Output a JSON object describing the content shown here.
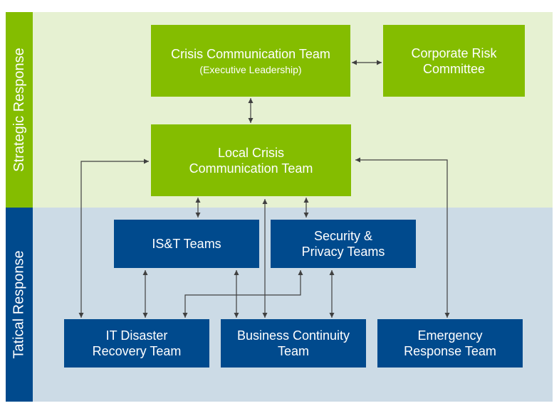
{
  "colors": {
    "strategic_bg": "#e6f1d2",
    "tactical_bg": "#ccdbe6",
    "strategic_label_bg": "#84bd00",
    "tactical_label_bg": "#004a8d",
    "green_box": "#84bd00",
    "blue_box": "#004a8d",
    "connector": "#404040"
  },
  "sections": {
    "strategic": "Strategic Response",
    "tactical": "Tatical Response"
  },
  "boxes": {
    "crisis_comm": {
      "line1": "Crisis Communication Team",
      "line2": "(Executive Leadership)"
    },
    "corporate_risk": {
      "line1": "Corporate Risk",
      "line2": "Committee"
    },
    "local_crisis": {
      "line1": "Local Crisis",
      "line2": "Communication Team"
    },
    "ist": {
      "line1": "IS&T Teams"
    },
    "security": {
      "line1": "Security &",
      "line2": "Privacy Teams"
    },
    "it_dr": {
      "line1": "IT Disaster",
      "line2": "Recovery Team"
    },
    "bc": {
      "line1": "Business Continuity",
      "line2": "Team"
    },
    "emergency": {
      "line1": "Emergency",
      "line2": "Response Team"
    }
  }
}
